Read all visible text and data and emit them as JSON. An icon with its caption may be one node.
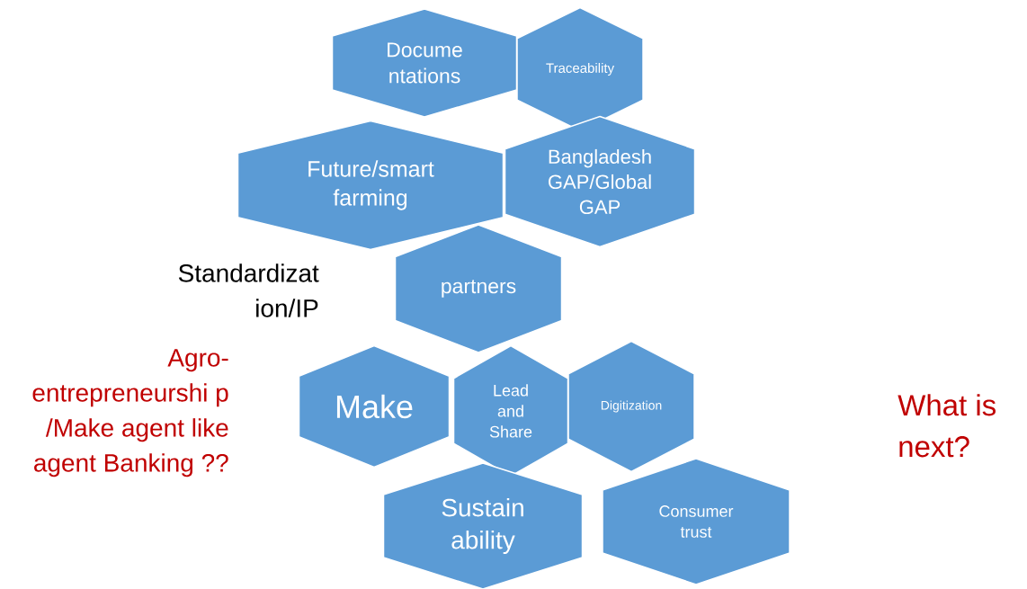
{
  "diagram": {
    "nodes": [
      {
        "text": [
          "Docume ntations"
        ]
      },
      {
        "text": [
          "Traceability"
        ]
      },
      {
        "text": [
          "Future/smart farming"
        ]
      },
      {
        "text": [
          "Bangladesh GAP/Global GAP"
        ]
      },
      {
        "text": [
          "partners"
        ]
      },
      {
        "text": [
          "Make"
        ]
      },
      {
        "text": [
          "Lead and Share"
        ]
      },
      {
        "text": [
          "Digitization"
        ]
      },
      {
        "text": [
          "Sustain ability"
        ]
      },
      {
        "text": [
          "Consumer trust"
        ]
      }
    ],
    "labels": [
      "Standardizat ion/IP",
      "Agro- entrepreneurshi p /Make agent like agent Banking ??",
      "What is next?"
    ]
  }
}
